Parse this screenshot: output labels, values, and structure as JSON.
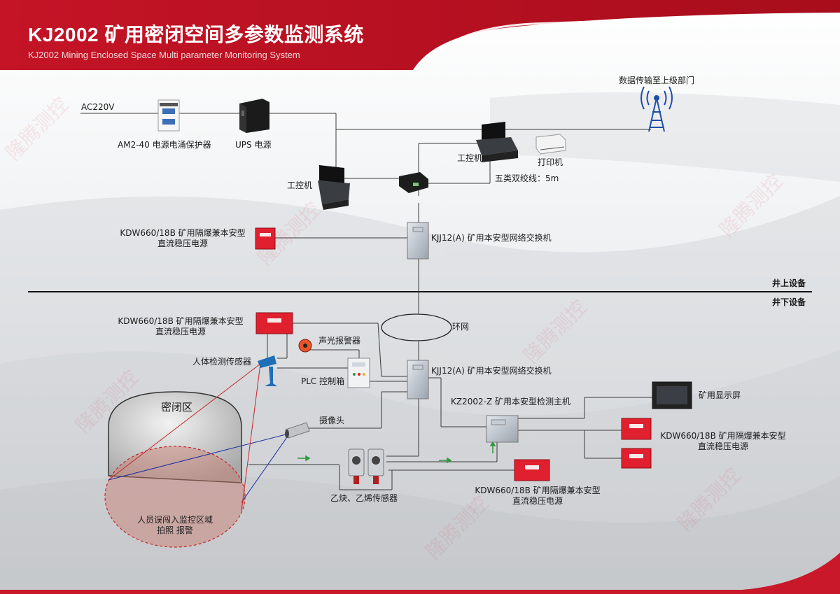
{
  "header": {
    "title": "KJ2002 矿用密闭空间多参数监测系统",
    "subtitle": "KJ2002 Mining Enclosed Space Multi parameter Monitoring System"
  },
  "watermark": "隆腾测控",
  "colors": {
    "brand_red": "#c8182a",
    "device_red": "#e0202e",
    "line": "#333333"
  },
  "labels": {
    "ac220v": "AC220V",
    "surge": "AM2-40 电源电涌保护器",
    "ups": "UPS 电源",
    "upper_dept": "数据传输至上级部门",
    "pc_right": "工控机",
    "printer": "打印机",
    "pc_left": "工控机",
    "cable": "五类双绞线：5m",
    "psu_top": "KDW660/18B 矿用隔爆兼本安型\n直流稳压电源",
    "switch_top": "KJJ12(A) 矿用本安型网络交换机",
    "above_ground": "井上设备",
    "below_ground": "井下设备",
    "psu_mid": "KDW660/18B 矿用隔爆兼本安型\n直流稳压电源",
    "ring": "环网",
    "alarm": "声光报警器",
    "body_sensor": "人体检测传感器",
    "switch_bottom": "KJJ12(A) 矿用本安型网络交换机",
    "plc": "PLC 控制箱",
    "enclosed": "密闭区",
    "detector": "KZ2002-Z 矿用本安型检测主机",
    "display": "矿用显示屏",
    "camera": "摄像头",
    "psu_right": "KDW660/18B 矿用隔爆兼本安型\n直流稳压电源",
    "gas_sensor": "乙炔、乙烯传感器",
    "psu_bottom": "KDW660/18B 矿用隔爆兼本安型\n直流稳压电源",
    "monitor_zone": "人员误闯入监控区域\n拍照  报警"
  }
}
